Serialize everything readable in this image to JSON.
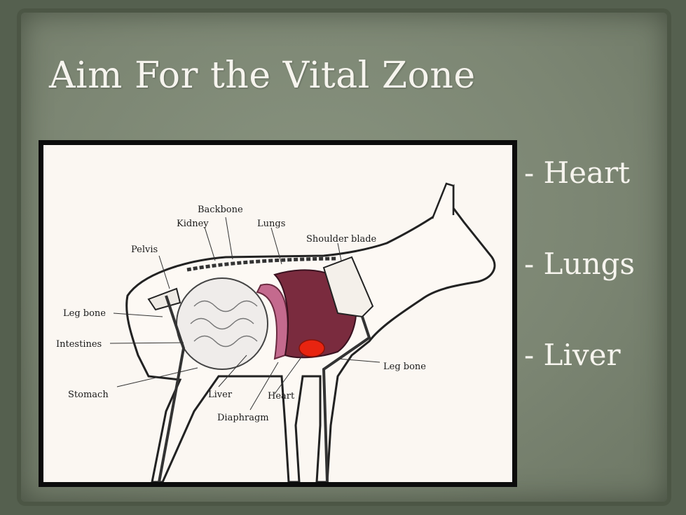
{
  "slide": {
    "title": "Aim For the Vital Zone",
    "bullets": [
      "- Heart",
      "- Lungs",
      "- Liver"
    ]
  },
  "diagram": {
    "labels": {
      "backbone": "Backbone",
      "kidney": "Kidney",
      "lungs": "Lungs",
      "shoulder_blade": "Shoulder blade",
      "pelvis": "Pelvis",
      "leg_bone_rear": "Leg bone",
      "intestines": "Intestines",
      "stomach": "Stomach",
      "liver": "Liver",
      "heart": "Heart",
      "diaphragm": "Diaphragm",
      "leg_bone_front": "Leg bone"
    },
    "colors": {
      "lungs": "#7a2b3e",
      "diaphragm": "#c46a8e",
      "heart": "#e82410",
      "background": "#fbf7f2"
    }
  }
}
